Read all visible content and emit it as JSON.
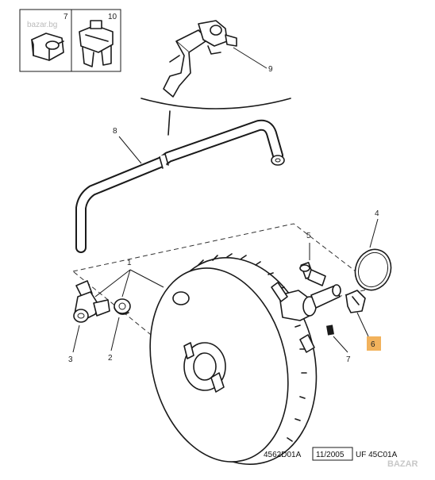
{
  "inset": {
    "labels": [
      "7",
      "10"
    ],
    "watermark": "bazar.bg"
  },
  "callouts": {
    "c1": "1",
    "c2": "2",
    "c3": "3",
    "c4": "4",
    "c5": "5",
    "c6": "6",
    "c7": "7",
    "c8": "8",
    "c9": "9"
  },
  "highlight_color": "#f2b25c",
  "footer": {
    "code1": "4562D01A",
    "date": "11/2005",
    "code2": "UF 45C01A"
  },
  "corner_watermark": "BAZAR"
}
